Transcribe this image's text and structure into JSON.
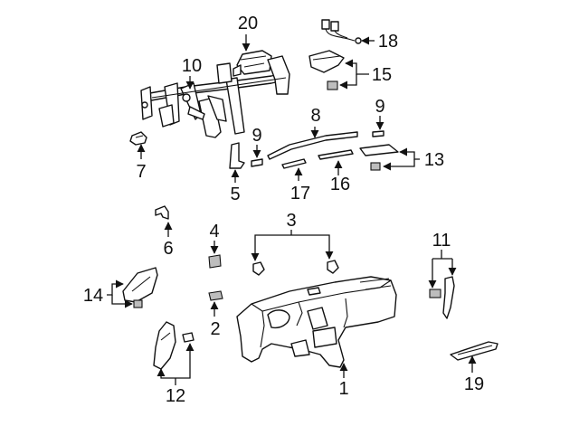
{
  "callouts": {
    "c1": "1",
    "c2": "2",
    "c3": "3",
    "c4": "4",
    "c5": "5",
    "c6": "6",
    "c7": "7",
    "c8": "8",
    "c9a": "9",
    "c9b": "9",
    "c10": "10",
    "c11": "11",
    "c12": "12",
    "c13": "13",
    "c14": "14",
    "c15": "15",
    "c16": "16",
    "c17": "17",
    "c18": "18",
    "c19": "19",
    "c20": "20"
  },
  "colors": {
    "line": "#111111",
    "background": "#ffffff",
    "shading": "#bdbdbd"
  }
}
